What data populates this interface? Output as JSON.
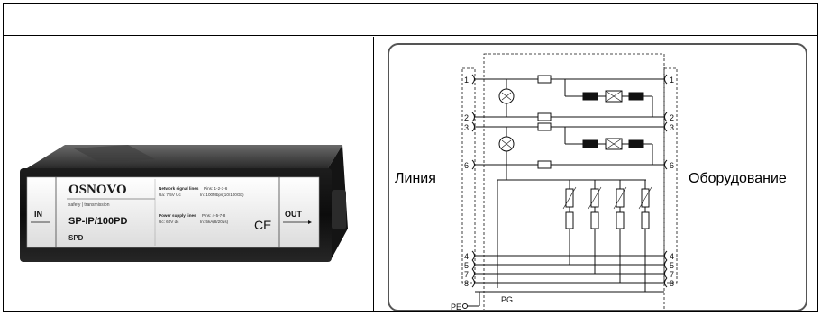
{
  "header": {
    "text": ""
  },
  "product": {
    "brand": "OSNOVO",
    "tagline": "safety | transmission",
    "model": "SP-IP/100PD",
    "type": "SPD",
    "port_in": "IN",
    "port_out": "OUT",
    "mark": "CE",
    "spec_network_title": "Network signal lines",
    "spec_network_line1": "Pins: 1-2-3-6",
    "spec_network_line2": "Ua: 7.5V Uc",
    "spec_network_line3": "In: 100Mbps(10/100Gb)",
    "spec_power_title": "Power supply lines",
    "spec_power_line1": "Pins: 4-5-7-8",
    "spec_power_line2": "Uc: 60V dc",
    "spec_power_line3": "In: 5kA(8/20us)"
  },
  "schematic": {
    "label_left": "Линия",
    "label_right": "Оборудование",
    "pins_left": [
      "1",
      "2",
      "3",
      "6",
      "4",
      "5",
      "7",
      "8"
    ],
    "pins_right": [
      "1",
      "2",
      "3",
      "6",
      "4",
      "5",
      "7",
      "8"
    ],
    "pg_label": "PG",
    "pe_label": "PE"
  }
}
